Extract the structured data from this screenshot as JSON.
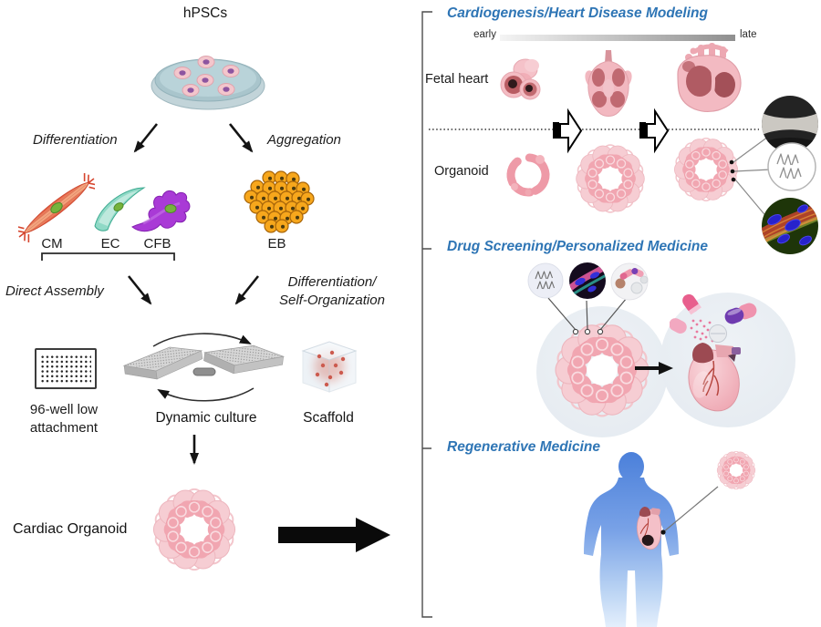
{
  "workflow": {
    "hpscs_label": "hPSCs",
    "differentiation_label": "Differentiation",
    "aggregation_label": "Aggregation",
    "cm_label": "CM",
    "ec_label": "EC",
    "cfb_label": "CFB",
    "eb_label": "EB",
    "direct_assembly_label": "Direct Assembly",
    "diff_self_org_line1": "Differentiation/",
    "diff_self_org_line2": "Self-Organization",
    "well_plate_line1": "96-well low",
    "well_plate_line2": "attachment",
    "dynamic_culture_label": "Dynamic culture",
    "scaffold_label": "Scaffold",
    "cardiac_organoid_label": "Cardiac Organoid"
  },
  "applications": {
    "cardiogenesis": {
      "title": "Cardiogenesis/Heart Disease Modeling",
      "timeline_start": "early",
      "timeline_end": "late",
      "row1_label": "Fetal heart",
      "row2_label": "Organoid"
    },
    "drug_screening": {
      "title": "Drug Screening/Personalized Medicine"
    },
    "regenerative": {
      "title": "Regenerative Medicine"
    }
  },
  "colors": {
    "title_blue": "#2e75b5",
    "organoid_pink": "#f09da9",
    "body_blue": "#4b80da",
    "eb_orange": "#f7a71c",
    "timeline_gray": "#8f8f8f"
  }
}
